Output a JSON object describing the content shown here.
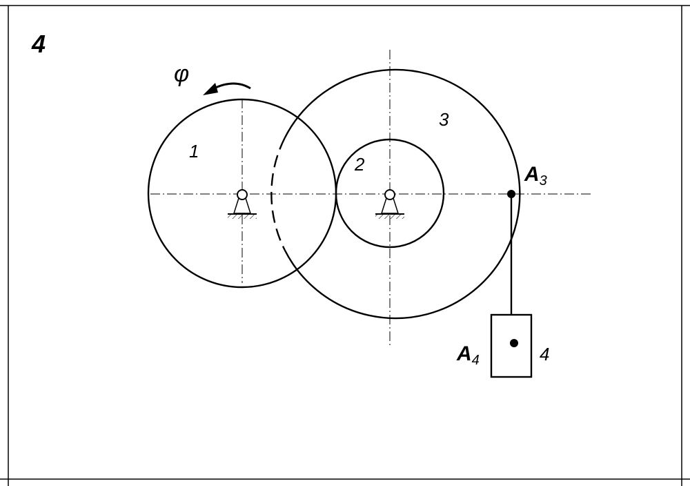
{
  "panel_number": "4",
  "rotation_symbol": "φ",
  "labels": {
    "body_1": "1",
    "body_2": "2",
    "body_3": "3",
    "body_4": "4"
  },
  "points": {
    "a3_main": "A",
    "a3_sub": "3",
    "a4_main": "A",
    "a4_sub": "4"
  },
  "colors": {
    "line": "#000000",
    "background": "#ffffff"
  }
}
